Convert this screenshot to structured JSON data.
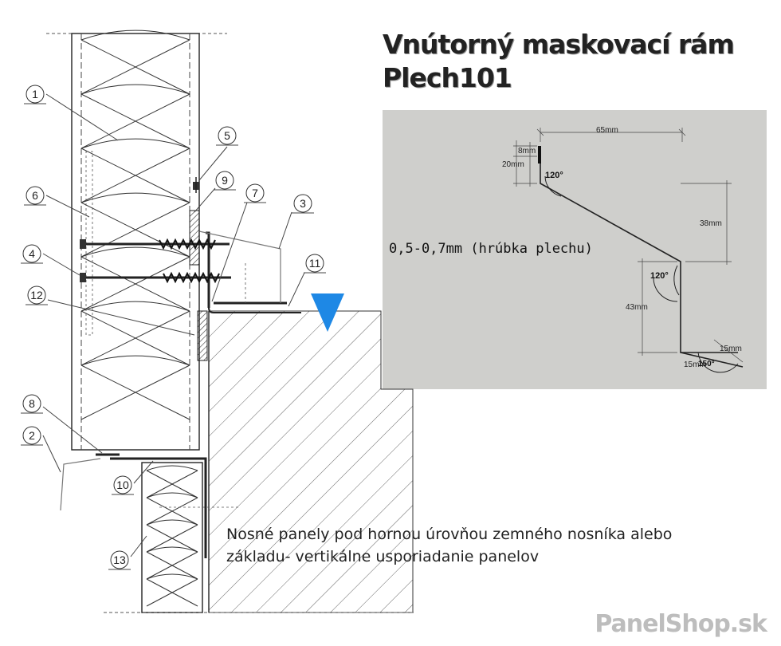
{
  "title": {
    "line1": "Vnútorný maskovací rám",
    "line2": "Plech101"
  },
  "detail": {
    "thickness_note": "0,5-0,7mm (hrúbka plechu)",
    "dimensions": {
      "width_top": "65mm",
      "flange_8": "8mm",
      "height_20": "20mm",
      "drop_38": "38mm",
      "drop_43": "43mm",
      "foot_15a": "15mm",
      "foot_15b": "15mm"
    },
    "angles": {
      "top": "120°",
      "middle": "120°",
      "bottom": "150°"
    }
  },
  "section": {
    "callouts": [
      "1",
      "2",
      "3",
      "4",
      "5",
      "6",
      "7",
      "8",
      "9",
      "10",
      "11",
      "12",
      "13"
    ]
  },
  "caption": {
    "line1": "Nosné panely pod hornou úrovňou zemného nosníka alebo",
    "line2": "základu- vertikálne usporiadanie panelov"
  },
  "logo": "PanelShop.sk",
  "colors": {
    "panel_bg": "#cfcfcc",
    "arrow": "#1e88e5",
    "line": "#333333"
  }
}
